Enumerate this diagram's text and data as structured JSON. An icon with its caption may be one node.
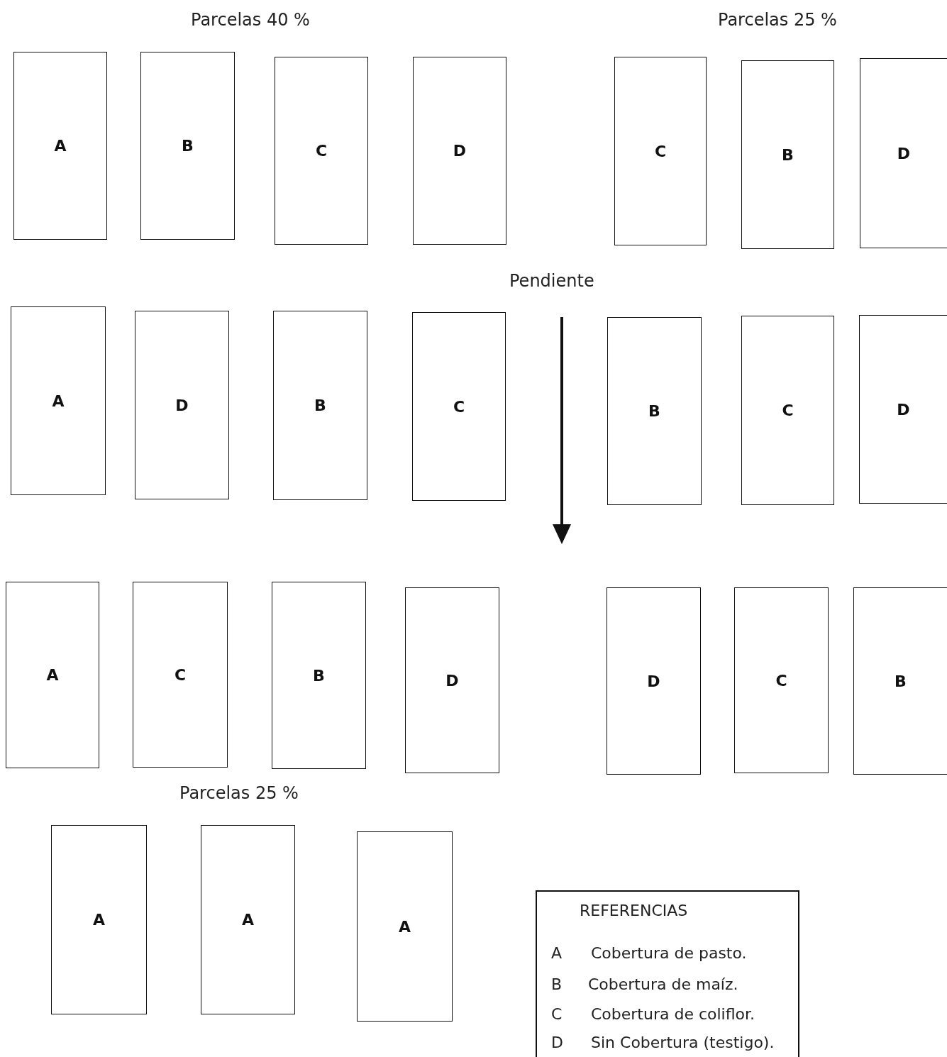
{
  "diagram": {
    "nodes": [
      {
        "text": [
          "A"
        ]
      },
      {
        "text": [
          "B"
        ]
      },
      {
        "text": [
          "C"
        ]
      },
      {
        "text": [
          "D"
        ]
      },
      {
        "text": [
          "C"
        ]
      },
      {
        "text": [
          "B"
        ]
      },
      {
        "text": [
          "D"
        ]
      },
      {
        "text": [
          "A"
        ]
      },
      {
        "text": [
          "D"
        ]
      },
      {
        "text": [
          "B"
        ]
      },
      {
        "text": [
          "C"
        ]
      },
      {
        "text": [
          "B"
        ]
      },
      {
        "text": [
          "C"
        ]
      },
      {
        "text": [
          "D"
        ]
      },
      {
        "text": [
          "A"
        ]
      },
      {
        "text": [
          "C"
        ]
      },
      {
        "text": [
          "B"
        ]
      },
      {
        "text": [
          "D"
        ]
      },
      {
        "text": [
          "D"
        ]
      },
      {
        "text": [
          "C"
        ]
      },
      {
        "text": [
          "B"
        ]
      },
      {
        "text": [
          "A"
        ]
      },
      {
        "text": [
          "A"
        ]
      },
      {
        "text": [
          "A"
        ]
      }
    ],
    "edges": [],
    "labels": [
      "Parcelas 40 %",
      "Parcelas 25 %",
      "Pendiente",
      "Parcelas 25 %",
      "REFERENCIAS",
      "A",
      "Cobertura de pasto.",
      "B",
      "Cobertura de maíz.",
      "C",
      "Cobertura de coliflor.",
      "D",
      "Sin Cobertura (testigo)."
    ]
  }
}
